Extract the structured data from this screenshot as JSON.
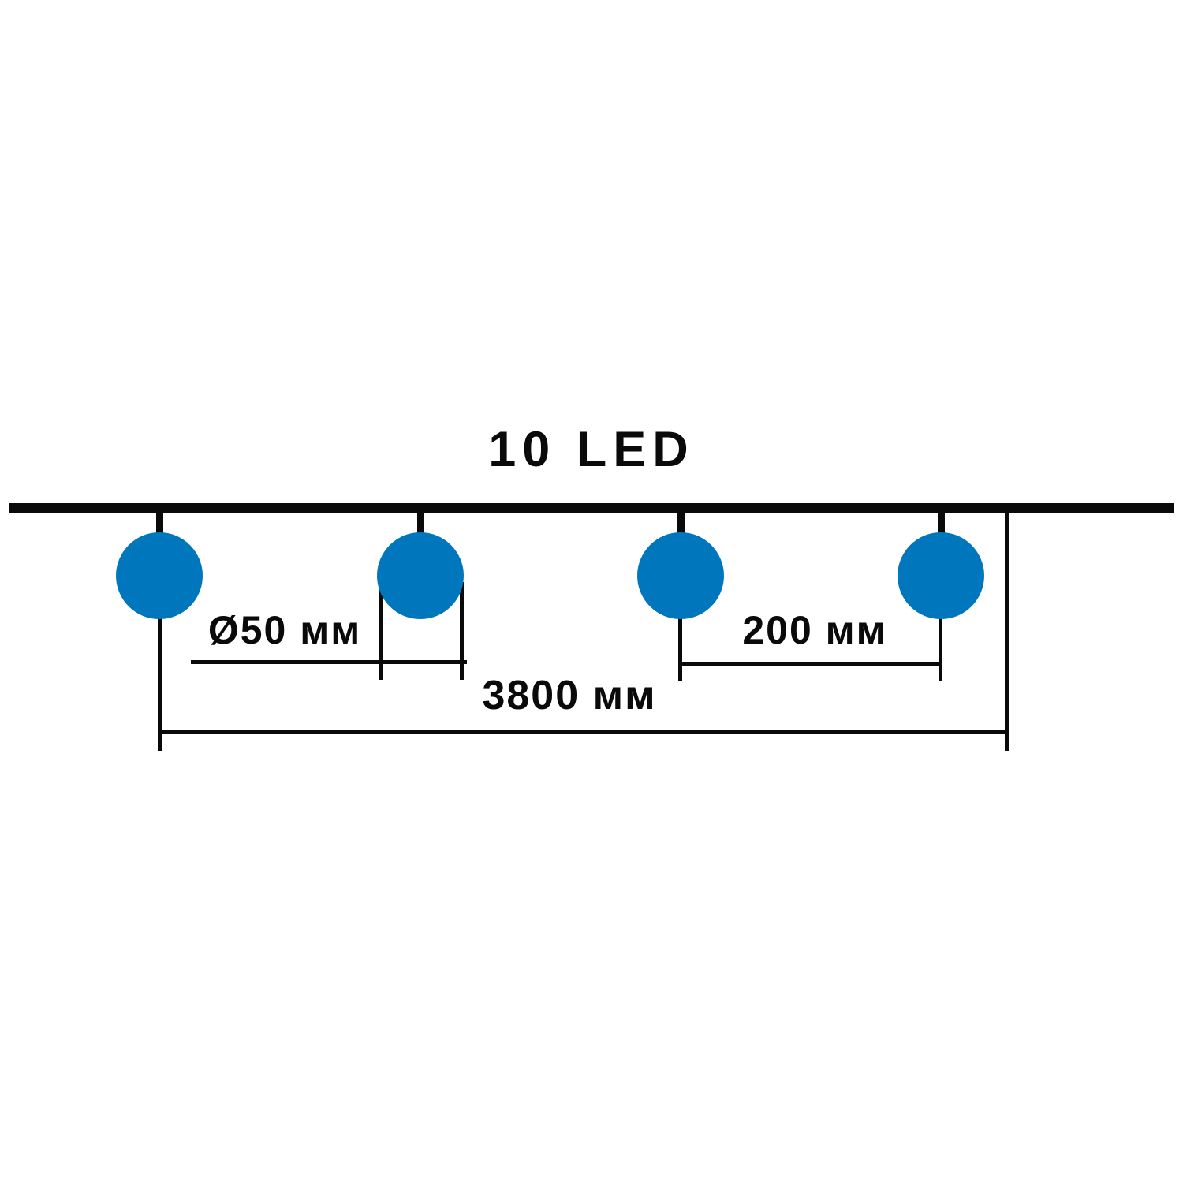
{
  "diagram": {
    "title": "10 LED",
    "colors": {
      "bulb": "#0077BC",
      "line": "#0a0a0a",
      "background": "#ffffff"
    },
    "bulbs": {
      "count_shown": 4,
      "shape": "circle"
    },
    "dimensions": {
      "bulb_diameter": {
        "label": "Ø50 мм",
        "value_mm": 50
      },
      "bulb_spacing": {
        "label": "200 мм",
        "value_mm": 200
      },
      "total_length": {
        "label": "3800 мм",
        "value_mm": 3800
      }
    }
  }
}
